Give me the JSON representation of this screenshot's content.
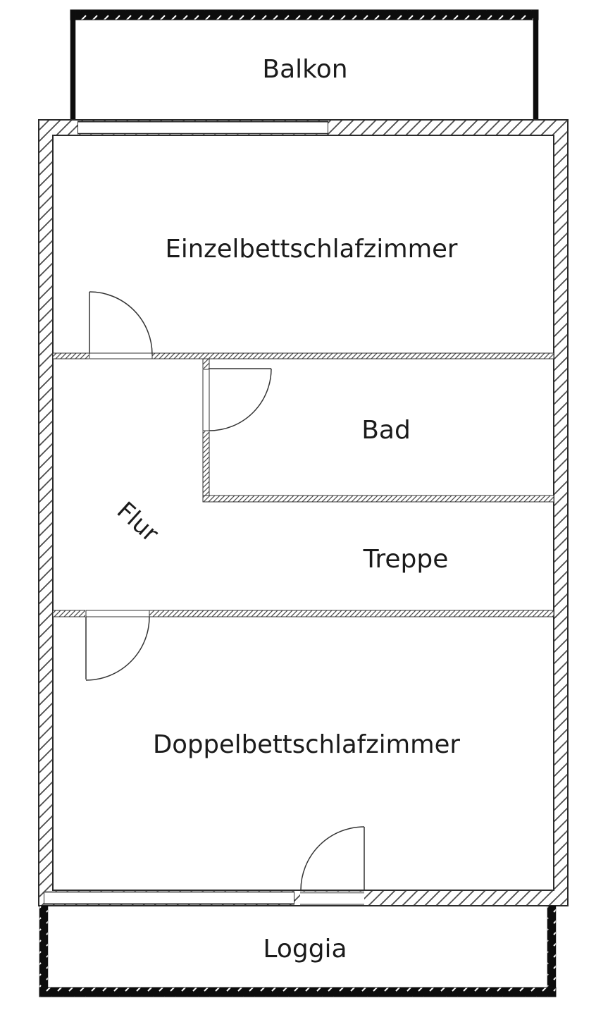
{
  "rooms": {
    "balkon": "Balkon",
    "einzelbettschlafzimmer": "Einzelbettschlafzimmer",
    "bad": "Bad",
    "flur": "Flur",
    "treppe": "Treppe",
    "doppelbettschlafzimmer": "Doppelbettschlafzimmer",
    "loggia": "Loggia"
  },
  "colors": {
    "wall_hatch": "#4a4a4a",
    "wall_outline": "#2a2a2a",
    "dark_wall": "#0d0d0d",
    "threshold_grey": "#9a9a9a",
    "text": "#1b1b1b",
    "background": "#ffffff"
  }
}
